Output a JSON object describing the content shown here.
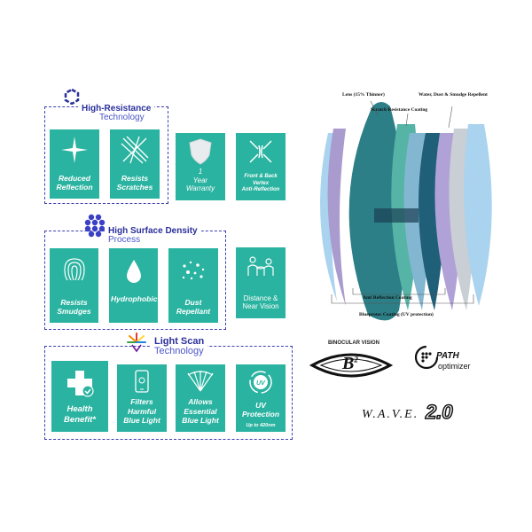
{
  "sections": {
    "high_resistance": {
      "title_strong": "High-Resistance",
      "title_light": "Technology",
      "tiles": [
        {
          "label": "Reduced\nReflection"
        },
        {
          "label": "Resists\nScratches"
        },
        {
          "label": "1\nYear\nWarranty"
        },
        {
          "label": "Front & Back\nVertex\nAnti-Reflection"
        }
      ]
    },
    "surface_density": {
      "title_strong": "High Surface Density",
      "title_light": "Process",
      "tiles": [
        {
          "label": "Resists\nSmudges"
        },
        {
          "label": "Hydrophobic"
        },
        {
          "label": "Dust\nRepellant"
        },
        {
          "label": "Distance &\nNear Vision"
        }
      ]
    },
    "light_scan": {
      "title_strong": "Light Scan",
      "title_light": "Technology",
      "tiles": [
        {
          "label": "Health\nBenefit*"
        },
        {
          "label": "Filters\nHarmful\nBlue Light"
        },
        {
          "label": "Allows\nEssential\nBlue Light"
        },
        {
          "label": "UV\nProtection",
          "sub": "Up to 420nm",
          "badge": "UV"
        }
      ]
    }
  },
  "lens_diagram": {
    "labels": {
      "lens": "Lens (15% Thinner)",
      "scratch": "Scratch Resistance Coating",
      "water": "Water, Dust & Smudge Repellent",
      "anti_reflection": "Anti Reflection Coating",
      "blueprotec": "Blueprotec Coating (UV protection)"
    }
  },
  "logos": {
    "binocular": {
      "title": "BINOCULAR VISION",
      "mark": "B",
      "sup": "2"
    },
    "path": {
      "word1": "PATH",
      "word2": "optimizer"
    },
    "wave": {
      "text": "W.A.V.E.",
      "version": "2.0"
    }
  },
  "colors": {
    "tile": "#2ab3a0",
    "frame": "#3a3fb0"
  }
}
